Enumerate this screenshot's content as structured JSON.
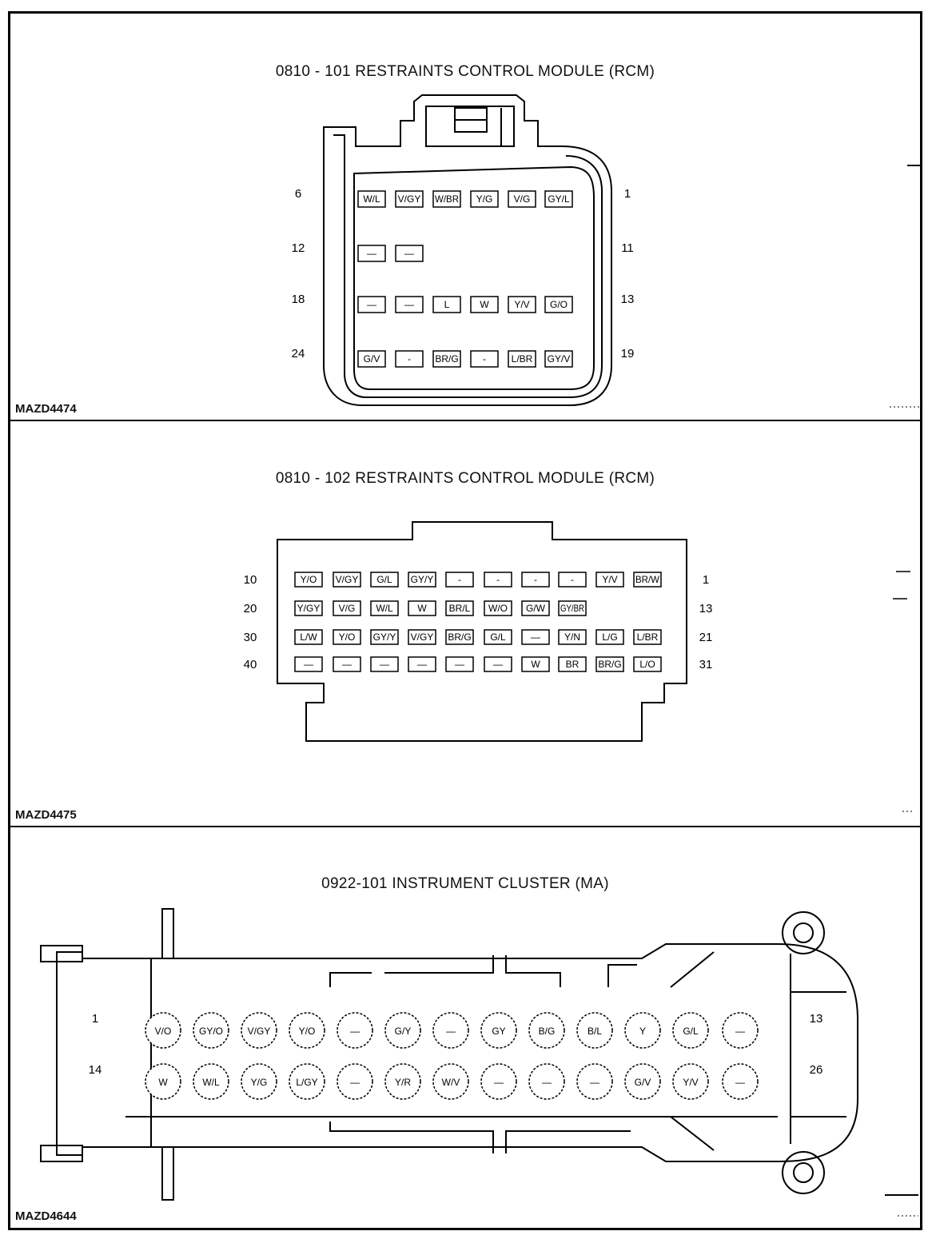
{
  "connectors": [
    {
      "title": "0810 - 101 RESTRAINTS CONTROL MODULE (RCM)",
      "code": "MAZD4474",
      "row_numbers": [
        {
          "left": "6",
          "right": "1"
        },
        {
          "left": "12",
          "right": "11"
        },
        {
          "left": "18",
          "right": "13"
        },
        {
          "left": "24",
          "right": "19"
        }
      ],
      "rows": [
        [
          "W/L",
          "V/GY",
          "W/BR",
          "Y/G",
          "V/G",
          "GY/L"
        ],
        [
          "—",
          "—"
        ],
        [
          "—",
          "—",
          "L",
          "W",
          "Y/V",
          "G/O"
        ],
        [
          "G/V",
          "-",
          "BR/G",
          "-",
          "L/BR",
          "GY/V"
        ]
      ]
    },
    {
      "title": "0810 - 102 RESTRAINTS CONTROL MODULE (RCM)",
      "code": "MAZD4475",
      "row_numbers": [
        {
          "left": "10",
          "right": "1"
        },
        {
          "left": "20",
          "right": "13"
        },
        {
          "left": "30",
          "right": "21"
        },
        {
          "left": "40",
          "right": "31"
        }
      ],
      "rows": [
        [
          "Y/O",
          "V/GY",
          "G/L",
          "GY/Y",
          "-",
          "-",
          "-",
          "-",
          "Y/V",
          "BR/W"
        ],
        [
          "Y/GY",
          "V/G",
          "W/L",
          "W",
          "BR/L",
          "W/O",
          "G/W",
          "GY/BR"
        ],
        [
          "L/W",
          "Y/O",
          "GY/Y",
          "V/GY",
          "BR/G",
          "G/L",
          "—",
          "Y/N",
          "L/G",
          "L/BR"
        ],
        [
          "—",
          "—",
          "—",
          "—",
          "—",
          "—",
          "W",
          "BR",
          "BR/G",
          "L/O"
        ]
      ]
    },
    {
      "title": "0922-101 INSTRUMENT CLUSTER (MA)",
      "code": "MAZD4644",
      "row_numbers": [
        {
          "left": "1",
          "right": "13"
        },
        {
          "left": "14",
          "right": "26"
        }
      ],
      "rows": [
        [
          "V/O",
          "GY/O",
          "V/GY",
          "Y/O",
          "—",
          "G/Y",
          "—",
          "GY",
          "B/G",
          "B/L",
          "Y",
          "G/L",
          "—"
        ],
        [
          "W",
          "W/L",
          "Y/G",
          "L/GY",
          "—",
          "Y/R",
          "W/V",
          "—",
          "—",
          "—",
          "G/V",
          "Y/V",
          "—"
        ]
      ]
    }
  ]
}
